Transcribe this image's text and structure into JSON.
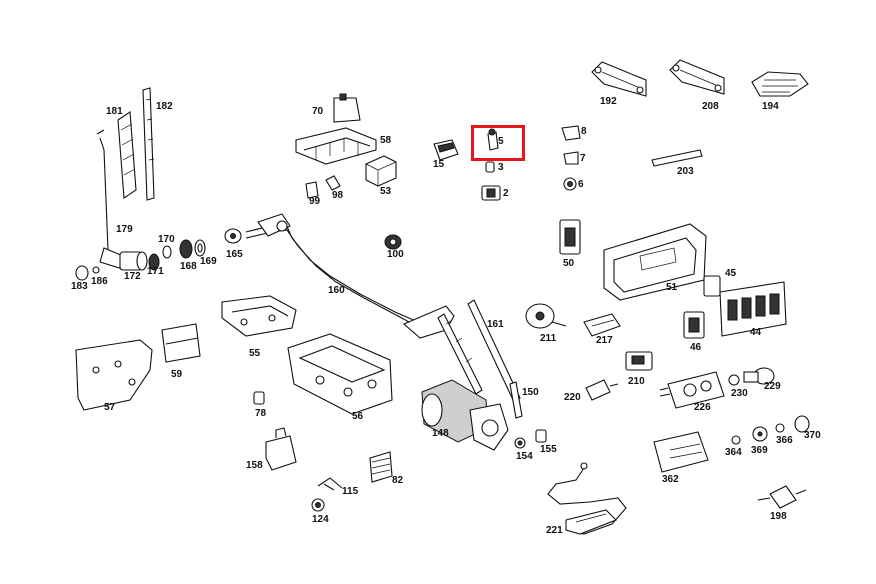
{
  "highlight_color": "#e8141c",
  "highlighted_part": "5",
  "parts": [
    {
      "id": "181",
      "label": "181"
    },
    {
      "id": "182",
      "label": "182"
    },
    {
      "id": "179",
      "label": "179"
    },
    {
      "id": "170",
      "label": "170"
    },
    {
      "id": "172",
      "label": "172"
    },
    {
      "id": "171",
      "label": "171"
    },
    {
      "id": "168",
      "label": "168"
    },
    {
      "id": "169",
      "label": "169"
    },
    {
      "id": "165",
      "label": "165"
    },
    {
      "id": "183",
      "label": "183"
    },
    {
      "id": "186",
      "label": "186"
    },
    {
      "id": "70",
      "label": "70"
    },
    {
      "id": "58",
      "label": "58"
    },
    {
      "id": "53",
      "label": "53"
    },
    {
      "id": "99",
      "label": "99"
    },
    {
      "id": "98",
      "label": "98"
    },
    {
      "id": "15",
      "label": "15"
    },
    {
      "id": "5",
      "label": "5"
    },
    {
      "id": "3",
      "label": "3"
    },
    {
      "id": "2",
      "label": "2"
    },
    {
      "id": "8",
      "label": "8"
    },
    {
      "id": "7",
      "label": "7"
    },
    {
      "id": "6",
      "label": "6"
    },
    {
      "id": "192",
      "label": "192"
    },
    {
      "id": "208",
      "label": "208"
    },
    {
      "id": "194",
      "label": "194"
    },
    {
      "id": "203",
      "label": "203"
    },
    {
      "id": "100",
      "label": "100"
    },
    {
      "id": "160",
      "label": "160"
    },
    {
      "id": "50",
      "label": "50"
    },
    {
      "id": "45",
      "label": "45"
    },
    {
      "id": "51",
      "label": "51"
    },
    {
      "id": "44",
      "label": "44"
    },
    {
      "id": "46",
      "label": "46"
    },
    {
      "id": "55",
      "label": "55"
    },
    {
      "id": "59",
      "label": "59"
    },
    {
      "id": "57",
      "label": "57"
    },
    {
      "id": "161",
      "label": "161"
    },
    {
      "id": "211",
      "label": "211"
    },
    {
      "id": "217",
      "label": "217"
    },
    {
      "id": "210",
      "label": "210"
    },
    {
      "id": "220",
      "label": "220"
    },
    {
      "id": "226",
      "label": "226"
    },
    {
      "id": "230",
      "label": "230"
    },
    {
      "id": "229",
      "label": "229"
    },
    {
      "id": "78",
      "label": "78"
    },
    {
      "id": "56",
      "label": "56"
    },
    {
      "id": "148",
      "label": "148"
    },
    {
      "id": "150",
      "label": "150"
    },
    {
      "id": "154",
      "label": "154"
    },
    {
      "id": "155",
      "label": "155"
    },
    {
      "id": "158",
      "label": "158"
    },
    {
      "id": "82",
      "label": "82"
    },
    {
      "id": "115",
      "label": "115"
    },
    {
      "id": "124",
      "label": "124"
    },
    {
      "id": "221",
      "label": "221"
    },
    {
      "id": "362",
      "label": "362"
    },
    {
      "id": "364",
      "label": "364"
    },
    {
      "id": "369",
      "label": "369"
    },
    {
      "id": "366",
      "label": "366"
    },
    {
      "id": "370",
      "label": "370"
    },
    {
      "id": "198",
      "label": "198"
    }
  ]
}
